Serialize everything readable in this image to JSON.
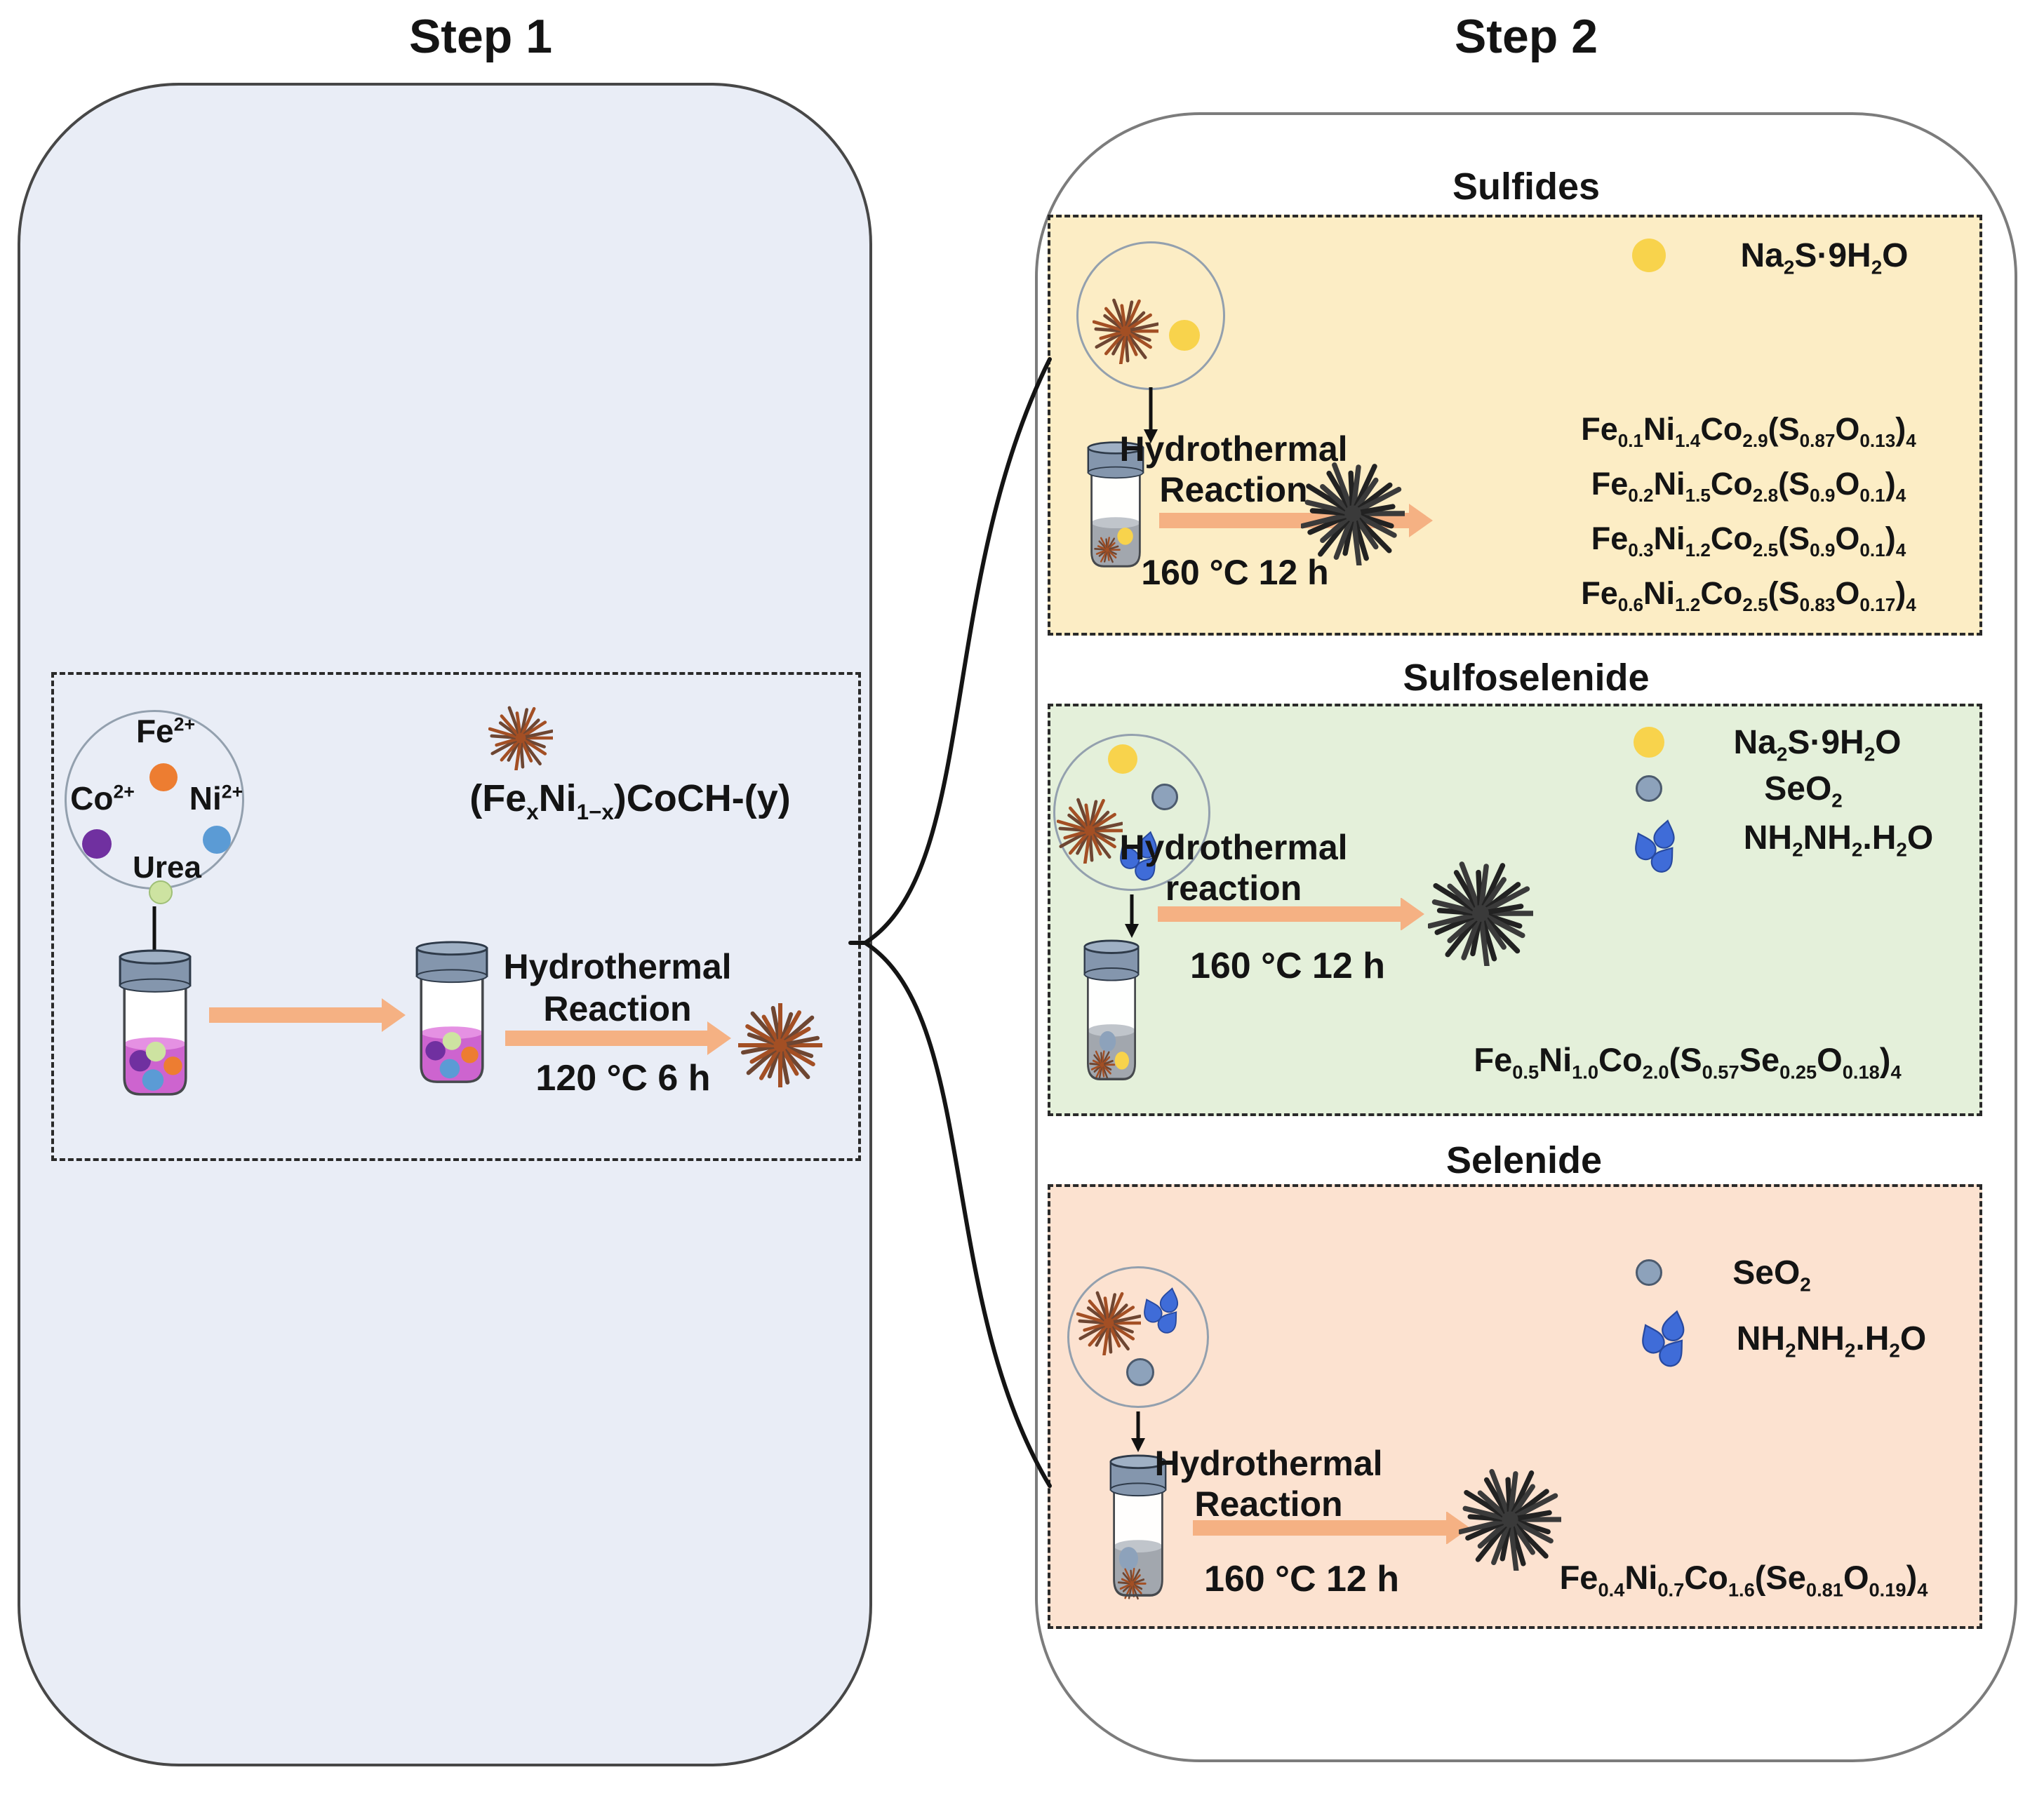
{
  "palette": {
    "left_panel_fill": "#e9edf6",
    "right_panel_fill": "#ffffff",
    "sulfides_fill": "#fcedc5",
    "sulfoselenide_fill": "#e4f0da",
    "selenide_fill": "#fce2d0",
    "arrow_orange": "#f5b183",
    "starburst_brown": "#a34f24",
    "starburst_dark": "#3a3a3a",
    "vial_cap": "#8496ad",
    "pink_liquid": "#cd64cf",
    "gray_liquid": "#a2a7ae",
    "fe_dot": "#ed7d31",
    "co_dot": "#7030a0",
    "ni_dot": "#5b9bd5",
    "urea_dot": "#cde3a1",
    "sulfide_dot": "#f8d34c",
    "seo2_dot": "#8da2bb",
    "hydrazine_drop": "#3f6cd8"
  },
  "step1": {
    "title": "Step 1",
    "ions": {
      "fe": "Fe^{2+}",
      "co": "Co^{2+}",
      "ni": "Ni^{2+}",
      "urea": "Urea"
    },
    "formula": "(Fe{x}Ni{1−x})CoCH-(y)",
    "reaction": {
      "line1": "Hydrothermal",
      "line2": "Reaction",
      "conditions": "120 °C 6 h"
    }
  },
  "step2": {
    "title": "Step 2",
    "panels": [
      {
        "id": "sulfides",
        "header": "Sulfides",
        "reagents": [
          "Na{2}S·9H{2}O"
        ],
        "reaction": {
          "line1": "Hydrothermal",
          "line2": "Reaction",
          "conditions": "160 °C 12 h"
        },
        "products": [
          "Fe{0.1}Ni{1.4}Co{2.9}(S{0.87}O{0.13}){4}",
          "Fe{0.2}Ni{1.5}Co{2.8}(S{0.9}O{0.1}){4}",
          "Fe{0.3}Ni{1.2}Co{2.5}(S{0.9}O{0.1}){4}",
          "Fe{0.6}Ni{1.2}Co{2.5}(S{0.83}O{0.17}){4}"
        ]
      },
      {
        "id": "sulfoselenide",
        "header": "Sulfoselenide",
        "reagents": [
          "Na{2}S·9H{2}O",
          "SeO{2}",
          "NH{2}NH{2}.H{2}O"
        ],
        "reaction": {
          "line1": "Hydrothermal",
          "line2": "reaction",
          "conditions": "160 °C 12 h"
        },
        "products": [
          "Fe{0.5}Ni{1.0}Co{2.0}(S{0.57}Se{0.25}O{0.18}){4}"
        ]
      },
      {
        "id": "selenide",
        "header": "Selenide",
        "reagents": [
          "SeO{2}",
          "NH{2}NH{2}.H{2}O"
        ],
        "reaction": {
          "line1": "Hydrothermal",
          "line2": "Reaction",
          "conditions": "160 °C 12 h"
        },
        "products": [
          "Fe{0.4}Ni{0.7}Co{1.6}(Se{0.81}O{0.19}){4}"
        ]
      }
    ]
  }
}
